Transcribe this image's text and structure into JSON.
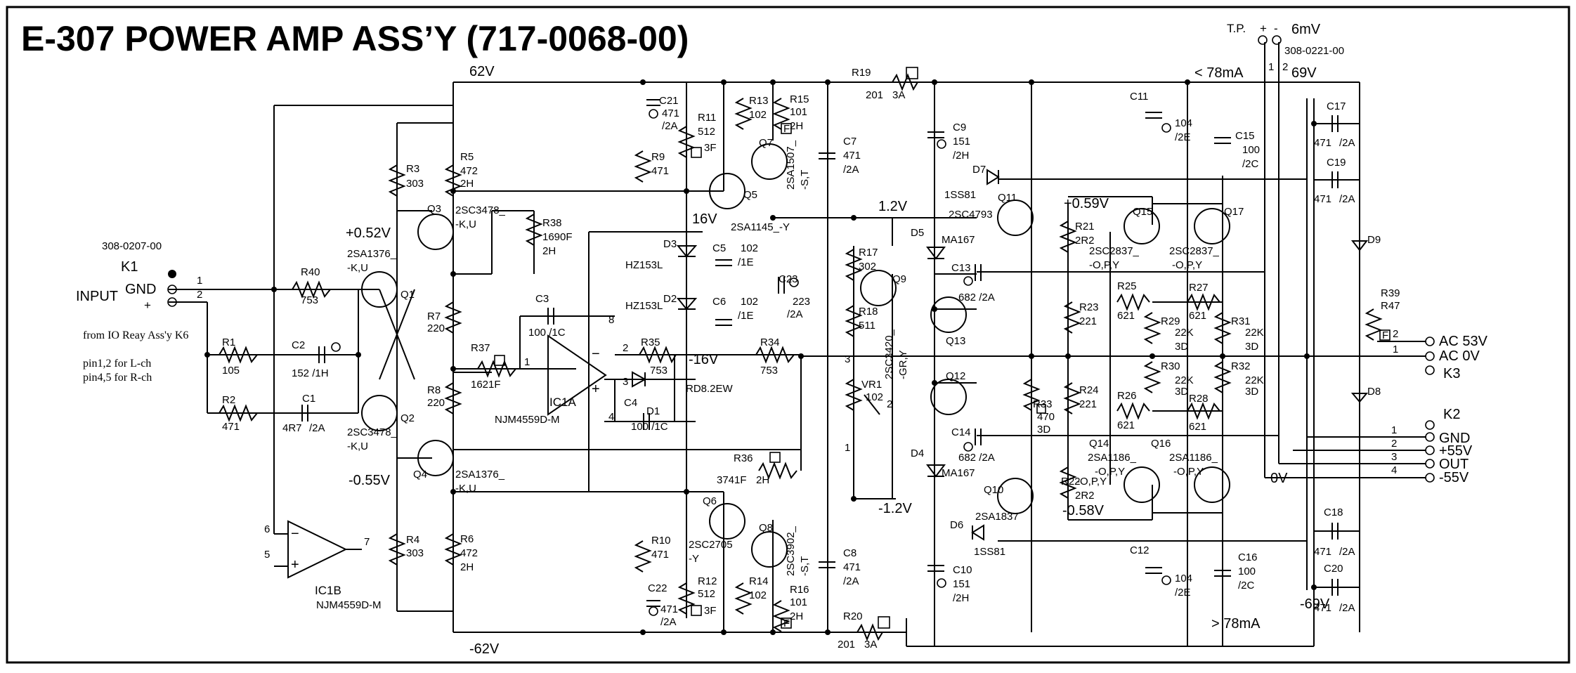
{
  "title": "E-307 POWER AMP ASS’Y (717-0068-00)",
  "test_point": {
    "label": "T.P.",
    "plus": "+",
    "minus": "-",
    "value": "6mV",
    "pin1": "1",
    "pin2": "2",
    "part": "308-0221-00"
  },
  "rails": {
    "pos62": "62V",
    "neg62": "-62V",
    "pos69": "69V",
    "neg69": "-69V",
    "i_top": "< 78mA",
    "i_bot": "> 78mA",
    "zero": "0V"
  },
  "input": {
    "part": "308-0207-00",
    "ref": "K1",
    "gnd": "GND",
    "input": "INPUT",
    "plus": "+",
    "pin1": "1",
    "pin2": "2",
    "note1": "from IO Reay Ass'y K6",
    "note2": "pin1,2 for L-ch",
    "note3": "pin4,5 for R-ch"
  },
  "voltages": {
    "v052": "+0.52V",
    "vm055": "-0.55V",
    "v16": "16V",
    "vm16": "-16V",
    "v12": "1.2V",
    "vm12": "-1.2V",
    "v059": "+0.59V",
    "vm058": "-0.58V"
  },
  "parts": [
    {
      "t": "R1",
      "v": "105"
    },
    {
      "t": "R2",
      "v": "471"
    },
    {
      "t": "R3",
      "v": "303"
    },
    {
      "t": "R4",
      "v": "303"
    },
    {
      "t": "R5",
      "v": "472",
      "v2": "2H"
    },
    {
      "t": "R6",
      "v": "472",
      "v2": "2H"
    },
    {
      "t": "R7",
      "v": "220"
    },
    {
      "t": "R8",
      "v": "220"
    },
    {
      "t": "R9",
      "v": "471"
    },
    {
      "t": "R10",
      "v": "471"
    },
    {
      "t": "R11",
      "v": "512",
      "v2": "3F"
    },
    {
      "t": "R12",
      "v": "512",
      "v2": "3F"
    },
    {
      "t": "R13",
      "v": "102"
    },
    {
      "t": "R14",
      "v": "102"
    },
    {
      "t": "R15",
      "v": "101",
      "v2": "2H"
    },
    {
      "t": "R16",
      "v": "101",
      "v2": "2H"
    },
    {
      "t": "R17",
      "v": "302"
    },
    {
      "t": "R18",
      "v": "511"
    },
    {
      "t": "R19",
      "v": "201",
      "v2": "3A"
    },
    {
      "t": "R20",
      "v": "201",
      "v2": "3A"
    },
    {
      "t": "R21",
      "v": "2R2"
    },
    {
      "t": "R22",
      "v": "-O,P,Y",
      "v2": "2R2"
    },
    {
      "t": "R23",
      "v": "221"
    },
    {
      "t": "R24",
      "v": "221"
    },
    {
      "t": "R25",
      "v": "621"
    },
    {
      "t": "R26",
      "v": "621"
    },
    {
      "t": "R27",
      "v": "621"
    },
    {
      "t": "R28",
      "v": "621"
    },
    {
      "t": "R29",
      "v": "22K",
      "v2": "3D"
    },
    {
      "t": "R30",
      "v": "22K",
      "v2": "3D"
    },
    {
      "t": "R31",
      "v": "22K",
      "v2": "3D"
    },
    {
      "t": "R32",
      "v": "22K",
      "v2": "3D"
    },
    {
      "t": "R33",
      "v": "470",
      "v2": "3D"
    },
    {
      "t": "R34",
      "v": "753"
    },
    {
      "t": "R35",
      "v": "753"
    },
    {
      "t": "R36",
      "v": "3741F",
      "v2": "2H"
    },
    {
      "t": "R37",
      "v": "1621F"
    },
    {
      "t": "R38",
      "v": "1690F",
      "v2": "2H"
    },
    {
      "t": "R39",
      "v": "R47"
    },
    {
      "t": "R40",
      "v": "753"
    },
    {
      "t": "C1",
      "v": "4R7",
      "v2": "/2A"
    },
    {
      "t": "C2",
      "v": "152 /1H"
    },
    {
      "t": "C3",
      "v": "100 /1C"
    },
    {
      "t": "C4",
      "v": "100 /1C"
    },
    {
      "t": "C5",
      "v": "102",
      "v2": "/1E"
    },
    {
      "t": "C6",
      "v": "102",
      "v2": "/1E"
    },
    {
      "t": "C7",
      "v": "471",
      "v2": "/2A"
    },
    {
      "t": "C8",
      "v": "471",
      "v2": "/2A"
    },
    {
      "t": "C9",
      "v": "151",
      "v2": "/2H"
    },
    {
      "t": "C10",
      "v": "151",
      "v2": "/2H"
    },
    {
      "t": "C11",
      "v": "104",
      "v2": "/2E"
    },
    {
      "t": "C12",
      "v": "104",
      "v2": "/2E"
    },
    {
      "t": "C13",
      "v": "682 /2A"
    },
    {
      "t": "C14",
      "v": "682 /2A"
    },
    {
      "t": "C15",
      "v": "100",
      "v2": "/2C"
    },
    {
      "t": "C16",
      "v": "100",
      "v2": "/2C"
    },
    {
      "t": "C17",
      "v": "471",
      "v2": "/2A"
    },
    {
      "t": "C18",
      "v": "471",
      "v2": "/2A"
    },
    {
      "t": "C19",
      "v": "471",
      "v2": "/2A"
    },
    {
      "t": "C20",
      "v": "471",
      "v2": "/2A"
    },
    {
      "t": "C21",
      "v": "471",
      "v2": "/2A"
    },
    {
      "t": "C22",
      "v": "471",
      "v2": "/2A"
    },
    {
      "t": "C23",
      "v": "223",
      "v2": "/2A"
    }
  ],
  "transistors": [
    {
      "t": "Q1",
      "v": "2SA1376_",
      "v2": "-K,U"
    },
    {
      "t": "Q2",
      "v": "2SC3478_",
      "v2": "-K,U"
    },
    {
      "t": "Q3",
      "v": "2SC3478_",
      "v2": "-K,U"
    },
    {
      "t": "Q4",
      "v": "2SA1376_",
      "v2": "-K,U"
    },
    {
      "t": "Q5",
      "v": "2SA1145_-Y"
    },
    {
      "t": "Q6",
      "v": "2SC2705",
      "v2": "-Y"
    },
    {
      "t": "Q7",
      "v": "2SA1507_",
      "v2": "-S,T"
    },
    {
      "t": "Q8",
      "v": "2SC3902_",
      "v2": "-S,T"
    },
    {
      "t": "Q9",
      "v": "2SC3420_",
      "v2": "-GR,Y"
    },
    {
      "t": "Q10",
      "v": "2SA1837"
    },
    {
      "t": "Q11",
      "v": "2SC4793"
    },
    {
      "t": "Q12",
      "v": ""
    },
    {
      "t": "Q13",
      "v": ""
    },
    {
      "t": "Q14",
      "v": "2SA1186_",
      "v2": "-O,P,Y"
    },
    {
      "t": "Q15",
      "v": "2SC2837_",
      "v2": "-O,P,Y"
    },
    {
      "t": "Q16",
      "v": "2SA1186_",
      "v2": "-O,P,Y"
    },
    {
      "t": "Q17",
      "v": "2SC2837_",
      "v2": "-O,P,Y"
    }
  ],
  "diodes": {
    "D1": "D1",
    "D2": "D2",
    "D3": "D3",
    "hz1": "HZ153L",
    "hz2": "HZ153L",
    "rd": "RD8.2EW",
    "D4": "D4",
    "D5": "D5",
    "ma1": "MA167",
    "ma2": "MA167",
    "D6": "D6",
    "D7": "D7",
    "ss1": "1SS81",
    "ss2": "1SS81",
    "D8": "D8",
    "D9": "D9"
  },
  "ics": {
    "ic1a": "IC1A",
    "ic1a_part": "NJM4559D-M",
    "ic1b": "IC1B",
    "ic1b_part": "NJM4559D-M",
    "p1": "1",
    "p2": "2",
    "p3": "3",
    "p4": "4",
    "p5": "5",
    "p6": "6",
    "p7": "7",
    "p8": "8"
  },
  "vr1": {
    "ref": "VR1",
    "value": "102",
    "p1": "1",
    "p2": "2",
    "p3": "3"
  },
  "k3": {
    "ref": "K3",
    "ac53": "AC 53V",
    "ac0": "AC 0V",
    "p1": "1",
    "p2": "2"
  },
  "k2": {
    "ref": "K2",
    "gnd": "GND",
    "p55": "+55V",
    "out": "OUT",
    "m55": "-55V",
    "p1": "1",
    "p2": "2",
    "p3": "3",
    "p4": "4"
  },
  "fuse_marks": {
    "F": "F"
  }
}
